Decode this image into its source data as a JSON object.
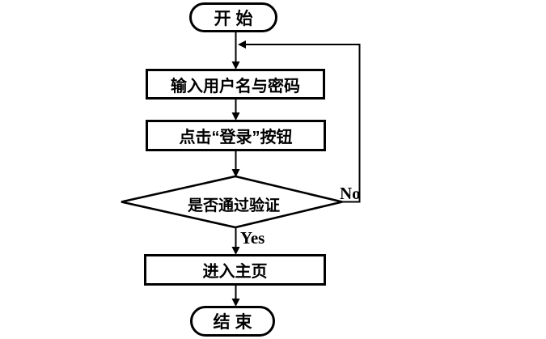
{
  "diagram": {
    "type": "flowchart",
    "direction": "top-down",
    "colors": {
      "stroke": "#000000",
      "shape_fill": "#ffffff",
      "text": "#000000",
      "background": "#ffffff"
    },
    "nodes": [
      {
        "id": "start",
        "shape": "terminator",
        "label": "开始"
      },
      {
        "id": "input-credentials",
        "shape": "process",
        "label": "输入用户名与密码"
      },
      {
        "id": "click-login",
        "shape": "process",
        "label": "点击“登录”按钮"
      },
      {
        "id": "verify",
        "shape": "decision",
        "label": "是否通过验证"
      },
      {
        "id": "enter-home",
        "shape": "process",
        "label": "进入主页"
      },
      {
        "id": "end",
        "shape": "terminator",
        "label": "结束"
      }
    ],
    "edges": [
      {
        "from": "start",
        "to": "input-credentials",
        "label": ""
      },
      {
        "from": "input-credentials",
        "to": "click-login",
        "label": ""
      },
      {
        "from": "click-login",
        "to": "verify",
        "label": ""
      },
      {
        "from": "verify",
        "to": "enter-home",
        "label": "Yes"
      },
      {
        "from": "verify",
        "to": "input-credentials",
        "label": "No"
      },
      {
        "from": "enter-home",
        "to": "end",
        "label": ""
      }
    ]
  }
}
